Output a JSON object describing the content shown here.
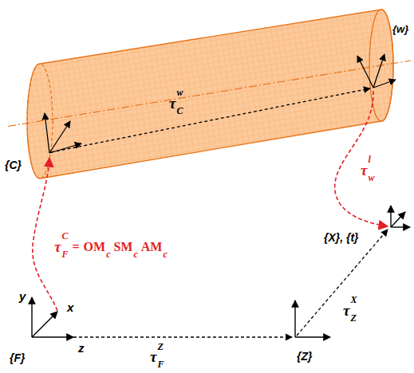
{
  "diagram": {
    "labels": [
      "{C}",
      "{w}",
      "τ",
      "w",
      "C",
      "τ",
      "l",
      "w",
      "τ",
      "C",
      "F",
      "=",
      "OM",
      "c",
      "SM",
      "c",
      "AM",
      "c",
      "{X}, {t}",
      "τ",
      "X",
      "Z",
      "y",
      "x",
      "{F}",
      "z",
      "τ",
      "Z",
      "F",
      "{Z}"
    ]
  }
}
